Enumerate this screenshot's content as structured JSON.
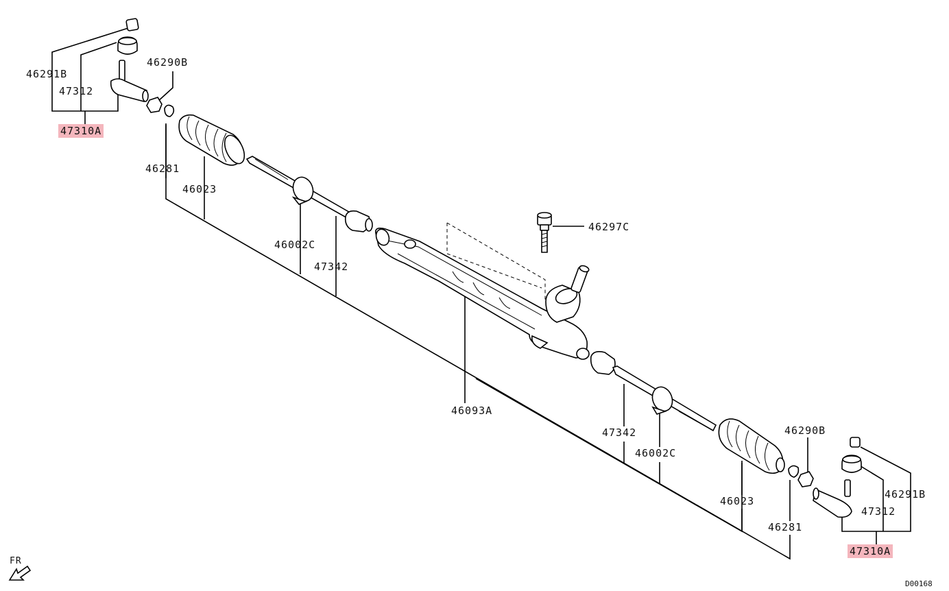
{
  "diagram": {
    "labels": {
      "l_46291B_top": "46291B",
      "l_47312_top": "47312",
      "l_47310A_top": "47310A",
      "l_46290B_top": "46290B",
      "l_46281_top": "46281",
      "l_46023_top": "46023",
      "l_46002C_top": "46002C",
      "l_47342_top": "47342",
      "l_46297C": "46297C",
      "l_46093A": "46093A",
      "l_47342_bot": "47342",
      "l_46002C_bot": "46002C",
      "l_46290B_bot": "46290B",
      "l_46291B_bot": "46291B",
      "l_47312_bot": "47312",
      "l_46023_bot": "46023",
      "l_46281_bot": "46281",
      "l_47310A_bot": "47310A"
    },
    "fr_label": "FR",
    "diagram_code": "D00168",
    "highlight_color": "#f4b6bd"
  }
}
